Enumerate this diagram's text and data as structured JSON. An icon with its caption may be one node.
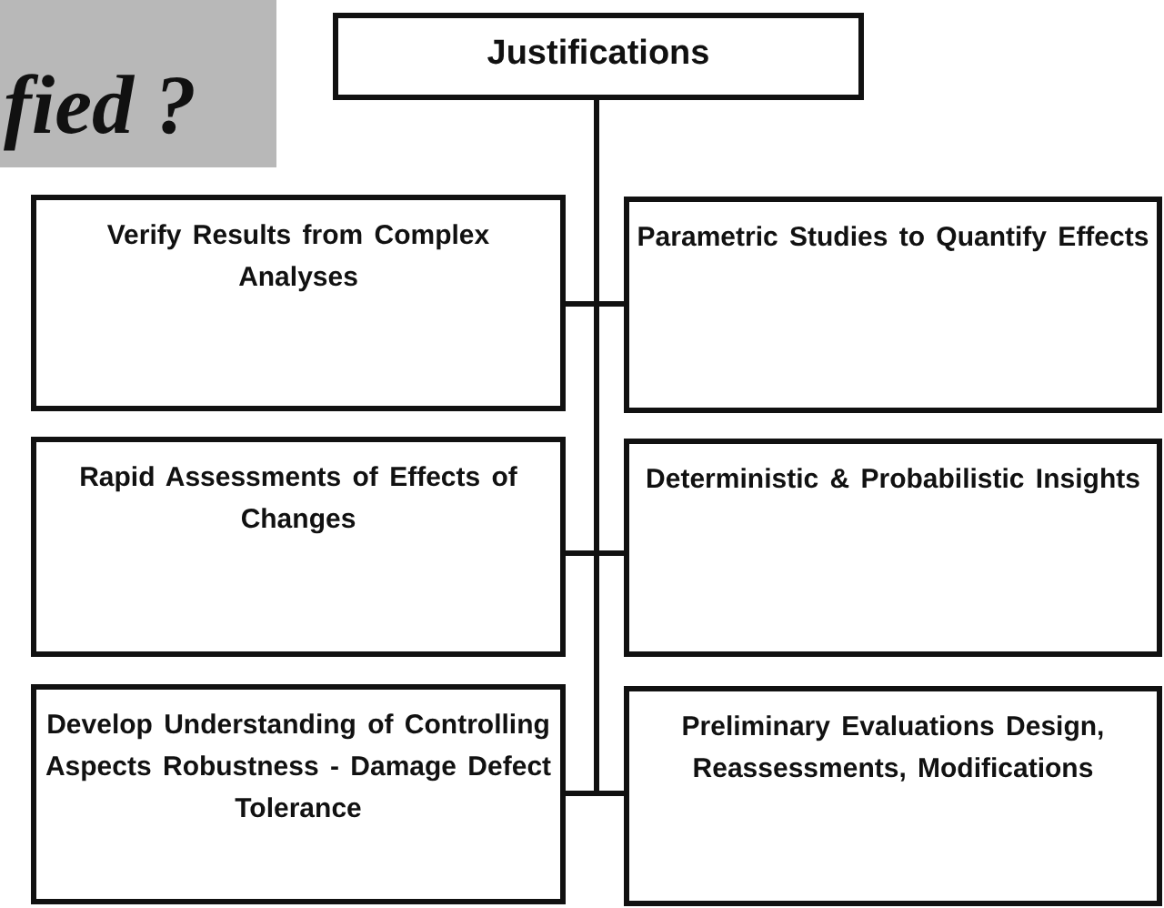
{
  "diagram": {
    "nodes": [
      {
        "text": [
          "Justifications"
        ]
      },
      {
        "text": [
          "Verify Results from Complex Analyses"
        ]
      },
      {
        "text": [
          "Parametric Studies to Quantify Effects"
        ]
      },
      {
        "text": [
          "Rapid Assessments of Effects of Changes"
        ]
      },
      {
        "text": [
          "Deterministic & Probabilistic Insights"
        ]
      },
      {
        "text": [
          "Develop Understanding of Controlling Aspects Robustness - Damage Defect Tolerance"
        ]
      },
      {
        "text": [
          "Preliminary Evaluations Design, Reassessments, Modifications"
        ]
      }
    ],
    "edges": [
      {
        "from": 0,
        "to": 1,
        "arrow": "none"
      },
      {
        "from": 0,
        "to": 2,
        "arrow": "none"
      },
      {
        "from": 0,
        "to": 3,
        "arrow": "none"
      },
      {
        "from": 0,
        "to": 4,
        "arrow": "none"
      },
      {
        "from": 0,
        "to": 5,
        "arrow": "none"
      },
      {
        "from": 0,
        "to": 6,
        "arrow": "none"
      }
    ],
    "labels": [
      "fied ?"
    ]
  }
}
